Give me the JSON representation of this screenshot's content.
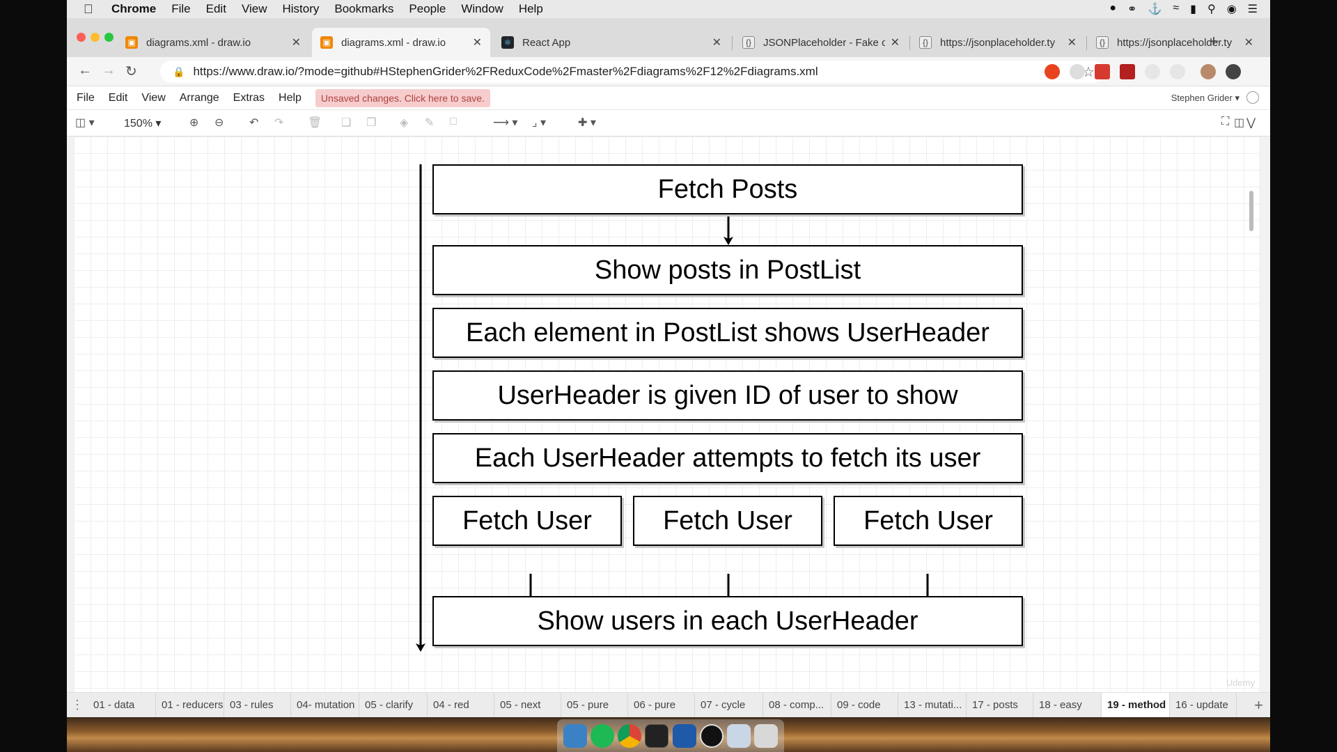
{
  "mac_menu": {
    "app": "Chrome",
    "items": [
      "File",
      "Edit",
      "View",
      "History",
      "Bookmarks",
      "People",
      "Window",
      "Help"
    ]
  },
  "browser": {
    "tabs": [
      {
        "title": "diagrams.xml - draw.io",
        "icon": "drawio-icon",
        "active": false
      },
      {
        "title": "diagrams.xml - draw.io",
        "icon": "drawio-icon",
        "active": true
      },
      {
        "title": "React App",
        "icon": "react-icon",
        "active": false
      },
      {
        "title": "JSONPlaceholder - Fake o",
        "icon": "jsonplaceholder-icon",
        "active": false
      },
      {
        "title": "https://jsonplaceholder.ty",
        "icon": "jsonplaceholder-icon",
        "active": false
      },
      {
        "title": "https://jsonplaceholder.ty",
        "icon": "jsonplaceholder-icon",
        "active": false
      }
    ],
    "url": "https://www.draw.io/?mode=github#HStephenGrider%2FReduxCode%2Fmaster%2Fdiagrams%2F12%2Fdiagrams.xml"
  },
  "drawio": {
    "menu": [
      "File",
      "Edit",
      "View",
      "Arrange",
      "Extras",
      "Help"
    ],
    "unsaved": "Unsaved changes. Click here to save.",
    "user": "Stephen Grider",
    "zoom": "150%",
    "diagram": {
      "fetch_posts": "Fetch Posts",
      "show_posts": "Show posts in PostList",
      "each_element": "Each element in PostList shows UserHeader",
      "given_id": "UserHeader is given ID of user to show",
      "attempts_fetch": "Each UserHeader attempts to fetch its user",
      "fetch_user": [
        "Fetch User",
        "Fetch User",
        "Fetch User"
      ],
      "show_users": "Show users in each UserHeader"
    },
    "watermark": "Udemy",
    "pages": [
      "01 - data",
      "01 - reducers",
      "03 - rules",
      "04- mutation",
      "05 - clarify",
      "04 - red",
      "05 - next",
      "05 - pure",
      "06 - pure",
      "07 - cycle",
      "08 - comp...",
      "09 - code",
      "13 - mutati...",
      "17 - posts",
      "18 - easy",
      "19 - method",
      "16 - update"
    ],
    "active_page": "19 - method"
  },
  "colors": {
    "unsaved_bg": "#f6cccc",
    "unsaved_text": "#b04040",
    "drawio_orange": "#f08705"
  }
}
